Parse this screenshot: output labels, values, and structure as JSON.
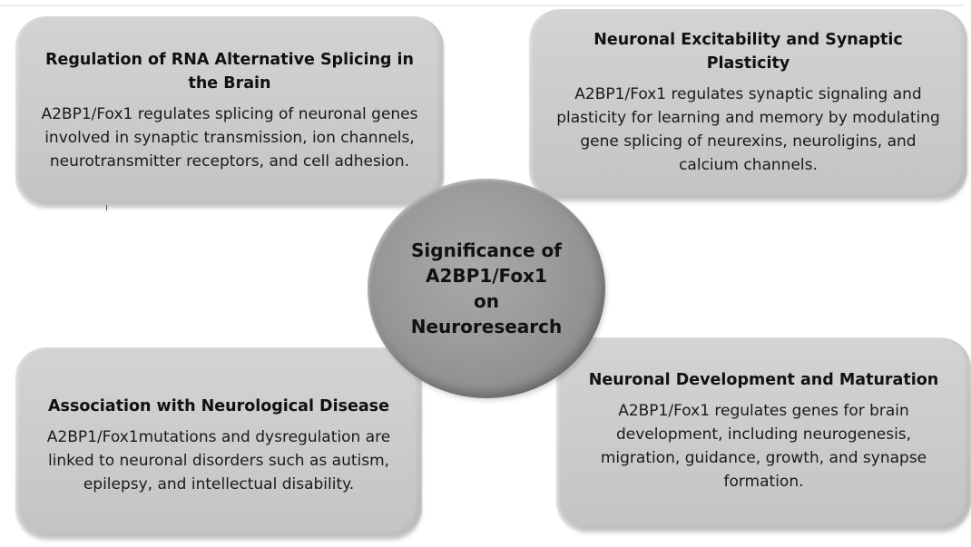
{
  "hub": {
    "title": "Significance of\nA2BP1/Fox1\non\nNeuroresearch"
  },
  "boxes": {
    "top_left": {
      "title": "Regulation of RNA Alternative Splicing in the Brain",
      "body": "A2BP1/Fox1 regulates splicing of neuronal genes involved in synaptic transmission, ion channels, neurotransmitter receptors, and cell adhesion."
    },
    "top_right": {
      "title": "Neuronal Excitability and Synaptic Plasticity",
      "body": "A2BP1/Fox1 regulates synaptic signaling and plasticity for learning and memory by modulating gene splicing of neurexins, neuroligins, and calcium channels."
    },
    "bottom_left": {
      "title": "Association with Neurological Disease",
      "body": "A2BP1/Fox1mutations and dysregulation are linked to neuronal disorders such as autism, epilepsy, and intellectual disability."
    },
    "bottom_right": {
      "title": "Neuronal Development and Maturation",
      "body": "A2BP1/Fox1 regulates genes for brain development, including neurogenesis, migration, guidance, growth, and synapse formation."
    }
  },
  "colors": {
    "box_fill": "#cbcbcb",
    "hub_fill": "#9a9a9a",
    "text": "#111111"
  }
}
